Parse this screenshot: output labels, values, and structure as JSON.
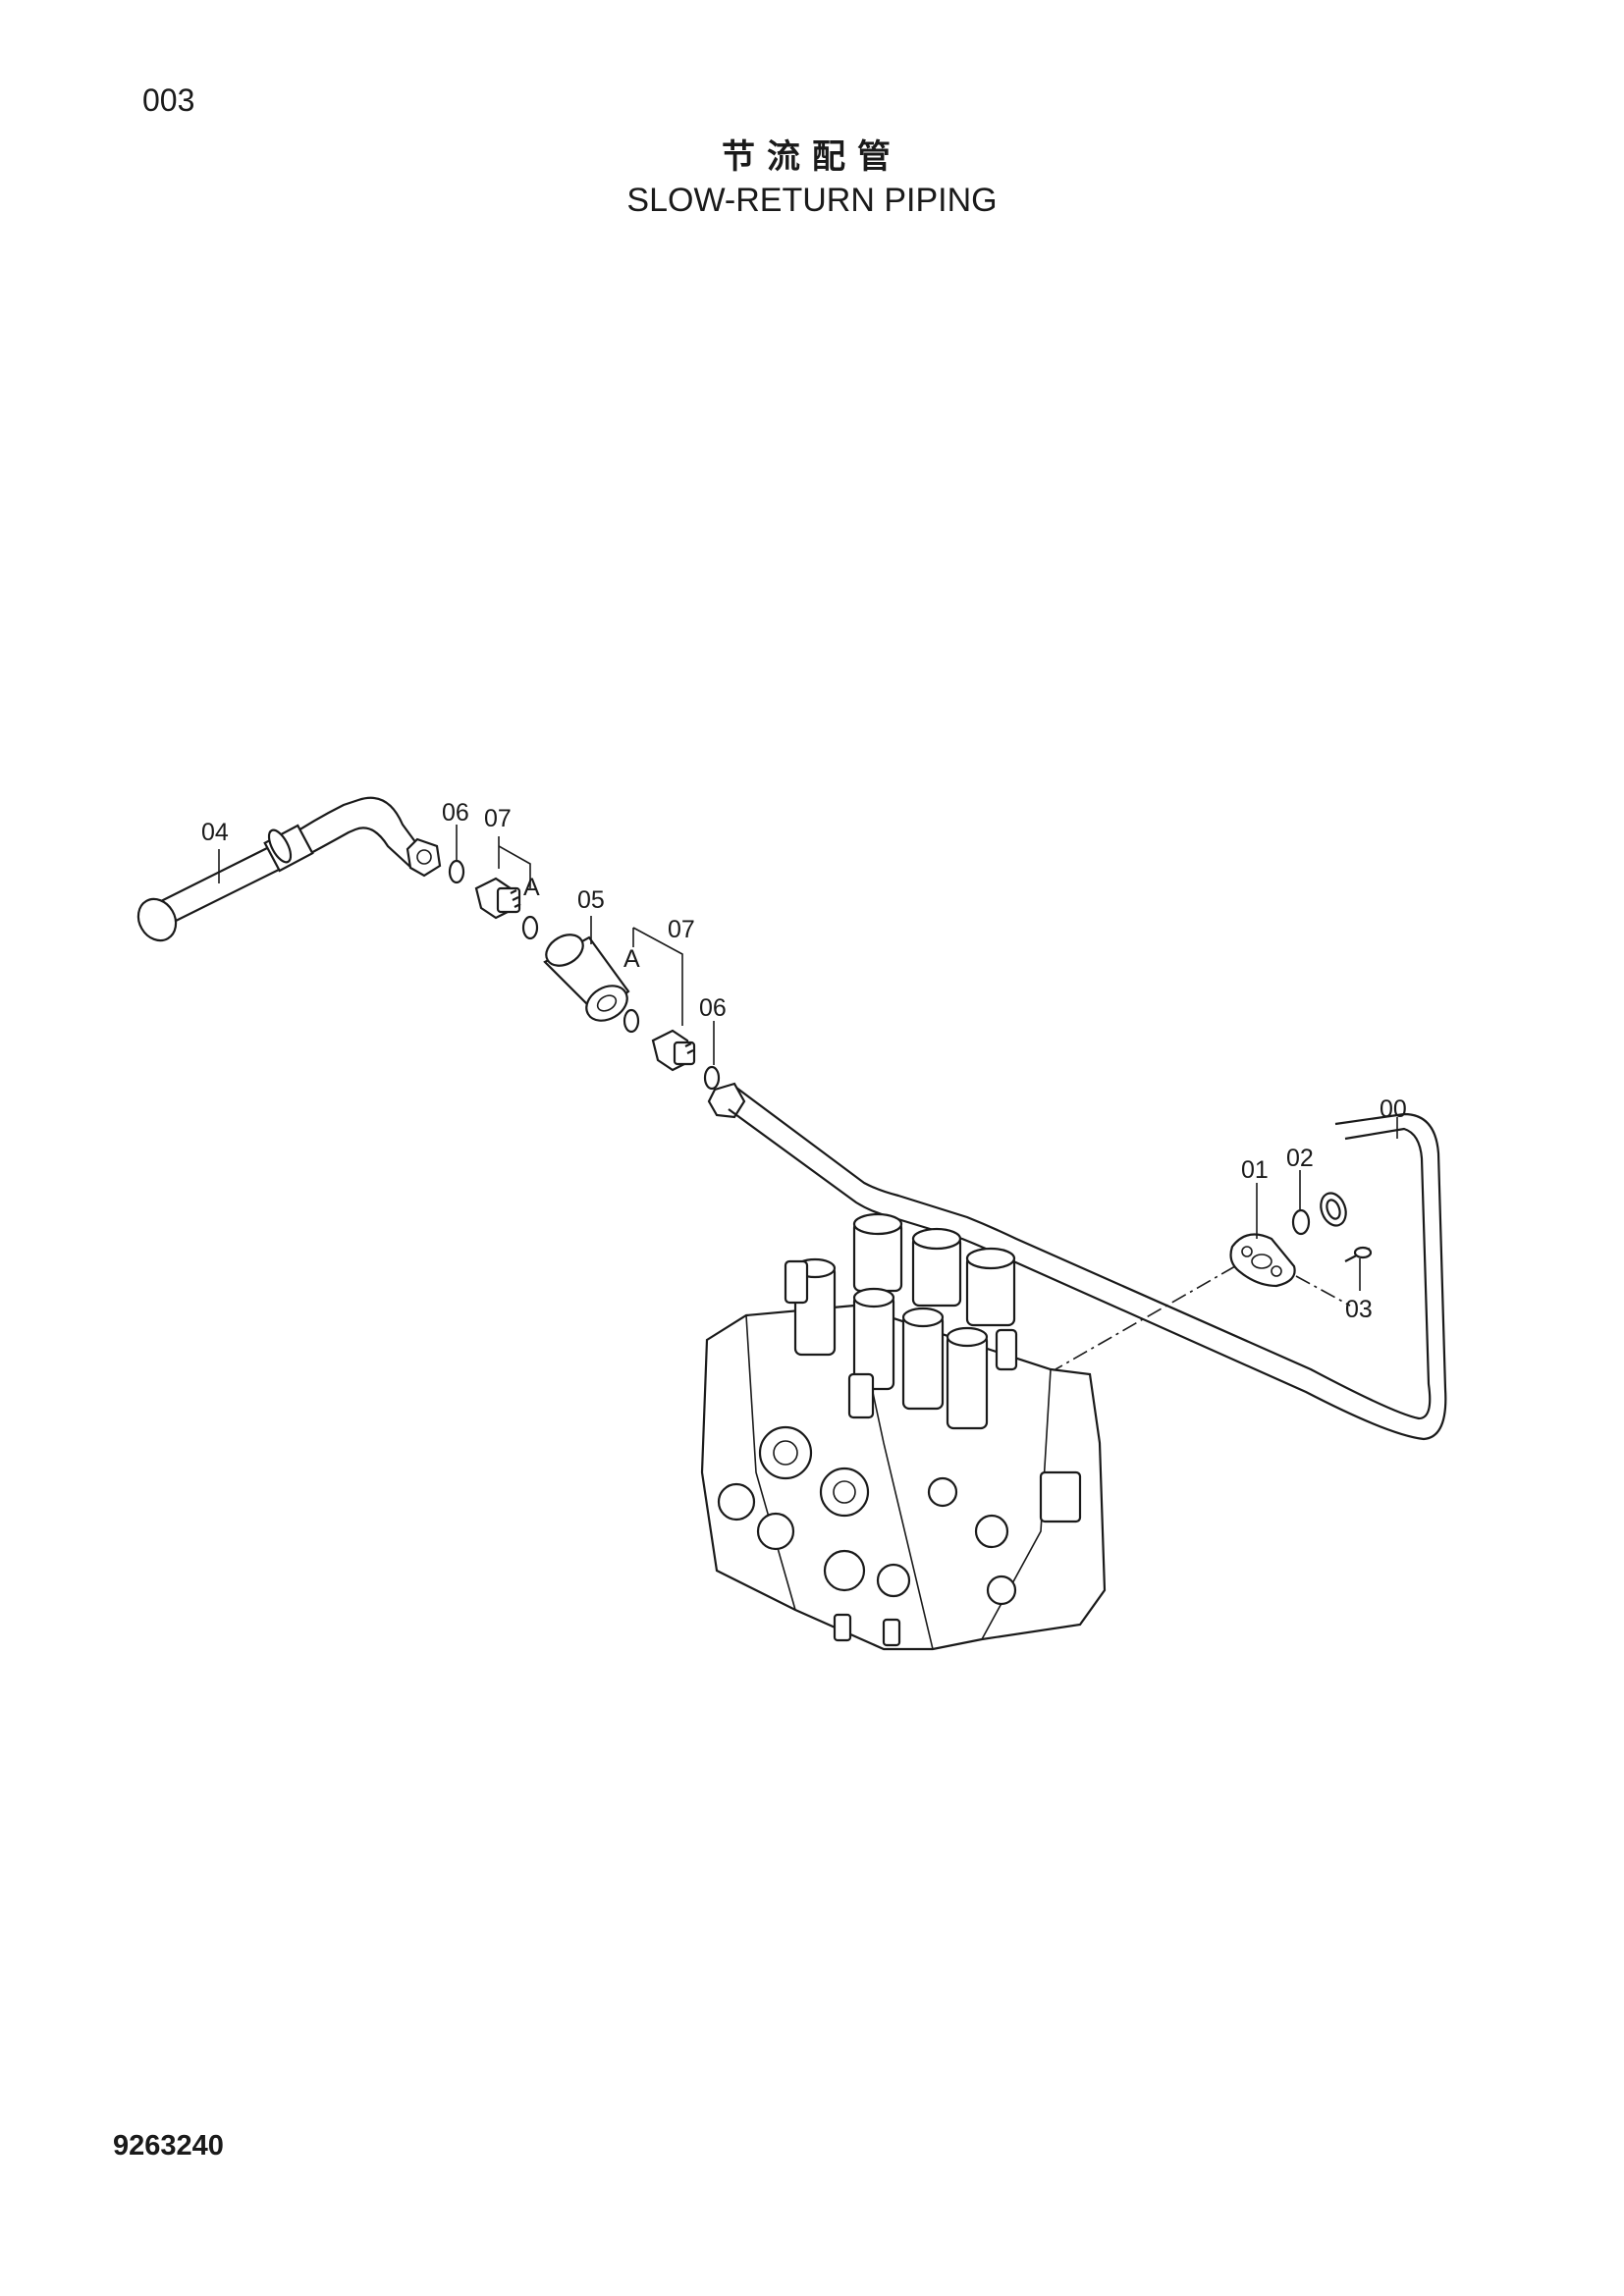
{
  "header": {
    "page_number": "003",
    "title_cn": "节流配管",
    "title_en": "SLOW-RETURN PIPING"
  },
  "footer": {
    "drawing_number": "9263240"
  },
  "callouts": {
    "c00": "00",
    "c01": "01",
    "c02": "02",
    "c03": "03",
    "c04": "04",
    "c05": "05",
    "c06a": "06",
    "c06b": "06",
    "c07a": "07",
    "c07b": "07",
    "ca1": "A",
    "ca2": "A"
  }
}
